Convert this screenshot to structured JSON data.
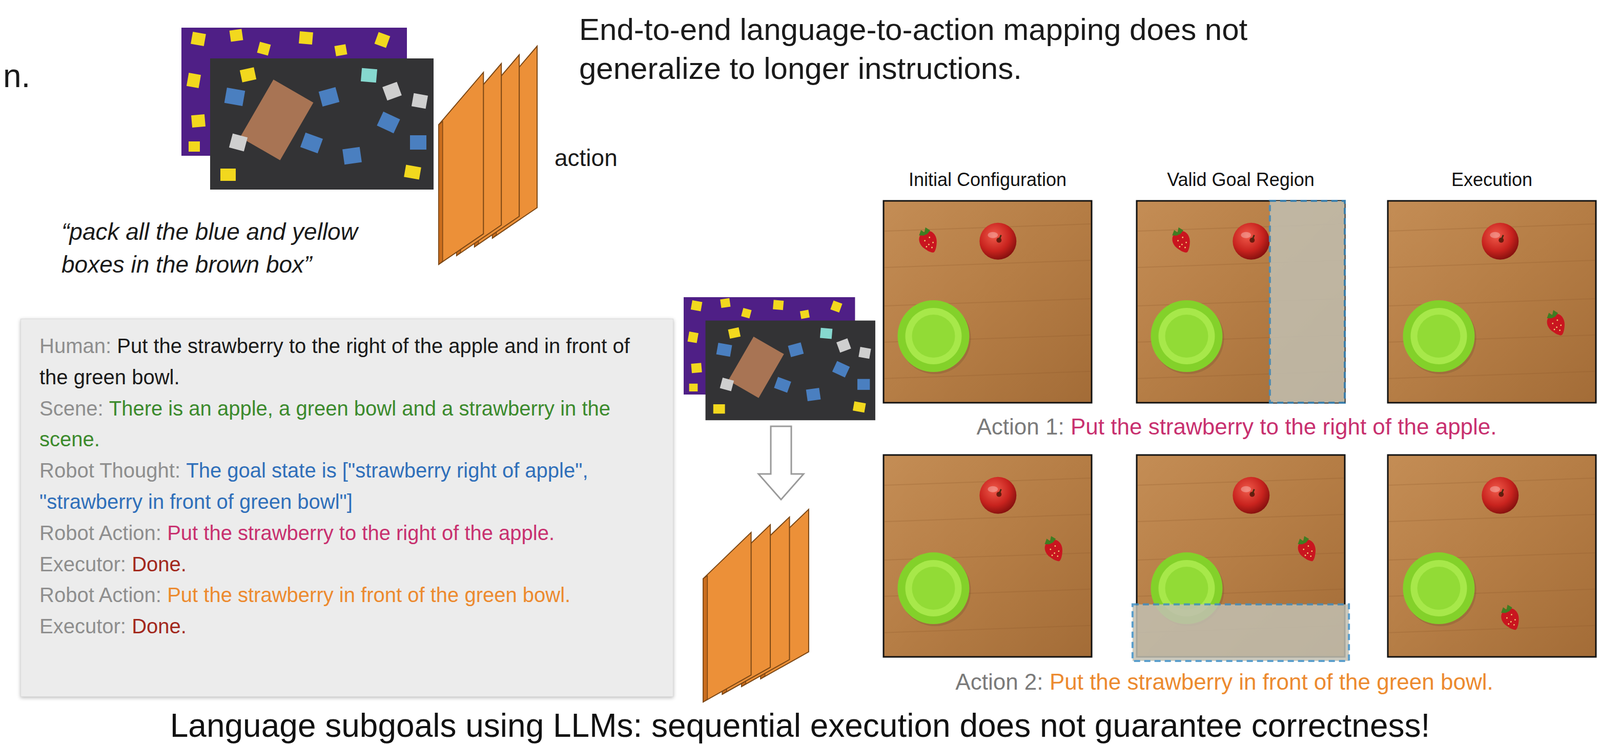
{
  "diagram": {
    "caption": "Language subgoals using LLMs: sequential execution does not guarantee correctness!",
    "nodes": [
      {
        "text": [
          "Human:",
          "Put the strawberry to the right of the apple and in front of the green bowl.",
          "Scene:",
          "There is an apple, a green bowl and a strawberry in the scene.",
          "Robot Thought:",
          "The goal state is [\"strawberry right of apple\", \"strawberry in front of green bowl\"]",
          "Robot Action:",
          "Put the strawberry to the right of the apple.",
          "Executor:",
          "Done.",
          "Robot Action:",
          "Put the strawberry in front of the green bowl.",
          "Executor:",
          "Done."
        ]
      }
    ],
    "labels": [
      "n.",
      "End-to-end language-to-action mapping does not generalize to longer instructions.",
      "action",
      "“pack all the blue and yellow boxes in the brown box”",
      "Initial Configuration",
      "Valid Goal Region",
      "Execution",
      "Action 1:",
      "Put the strawberry to the right of the apple.",
      "Action 2:",
      "Put the strawberry in front of the green bowl."
    ]
  }
}
